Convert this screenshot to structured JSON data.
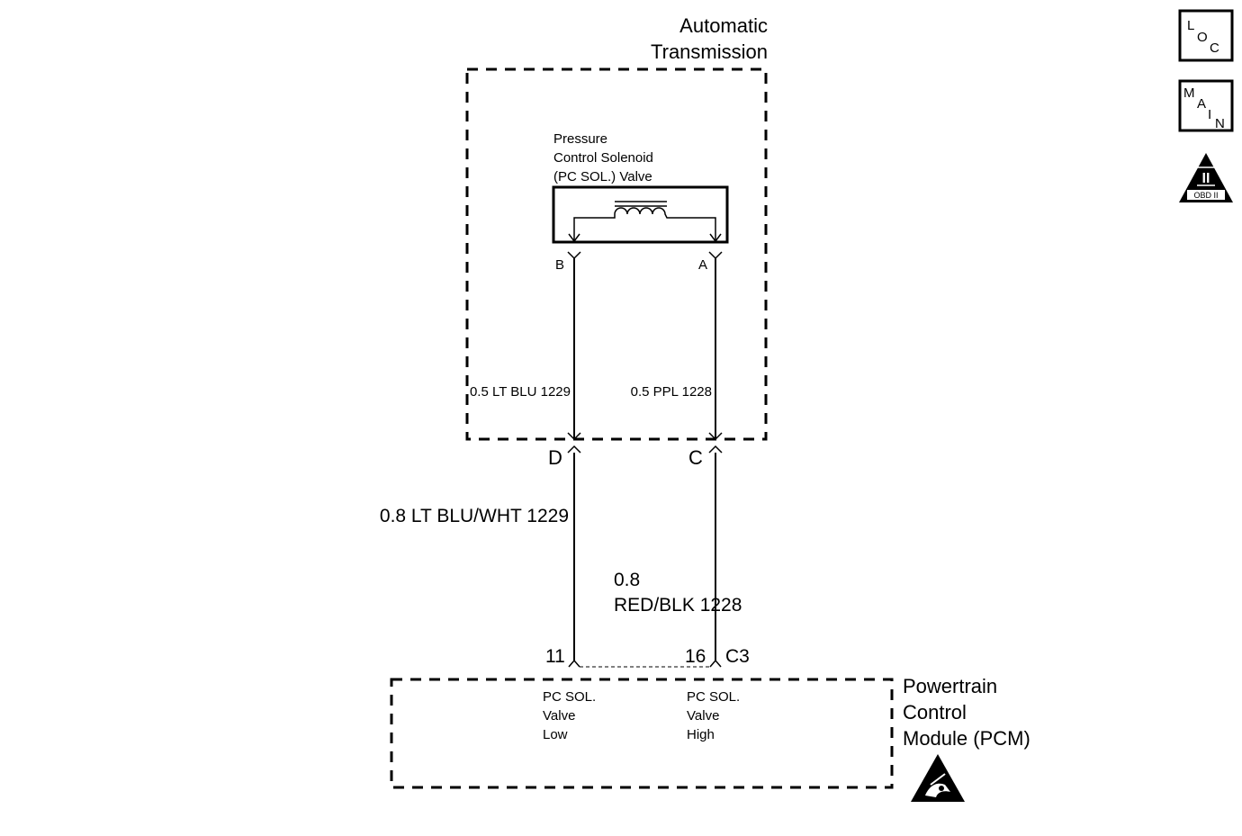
{
  "transmission": {
    "title_line1": "Automatic",
    "title_line2": "Transmission"
  },
  "solenoid": {
    "label_line1": "Pressure",
    "label_line2": "Control Solenoid",
    "label_line3": "(PC SOL.) Valve",
    "pin_b": "B",
    "pin_a": "A"
  },
  "inner_wires": {
    "left": "0.5 LT BLU  1229",
    "right": "0.5 PPL  1228"
  },
  "connectors": {
    "left": "D",
    "right": "C"
  },
  "outer_wires": {
    "left": "0.8 LT BLU/WHT  1229",
    "right_line1": "0.8",
    "right_line2": "RED/BLK  1228"
  },
  "pcm_pins": {
    "left": "11",
    "right": "16",
    "connector": "C3"
  },
  "pcm": {
    "title_line1": "Powertrain",
    "title_line2": "Control",
    "title_line3": "Module (PCM)",
    "low_line1": "PC SOL.",
    "low_line2": "Valve",
    "low_line3": "Low",
    "high_line1": "PC SOL.",
    "high_line2": "Valve",
    "high_line3": "High"
  },
  "icons": {
    "loc": {
      "l": "L",
      "o": "O",
      "c": "C"
    },
    "main": {
      "m": "M",
      "a": "A",
      "i": "I",
      "n": "N"
    },
    "obd": {
      "numeral": "II",
      "text": "OBD II"
    }
  }
}
